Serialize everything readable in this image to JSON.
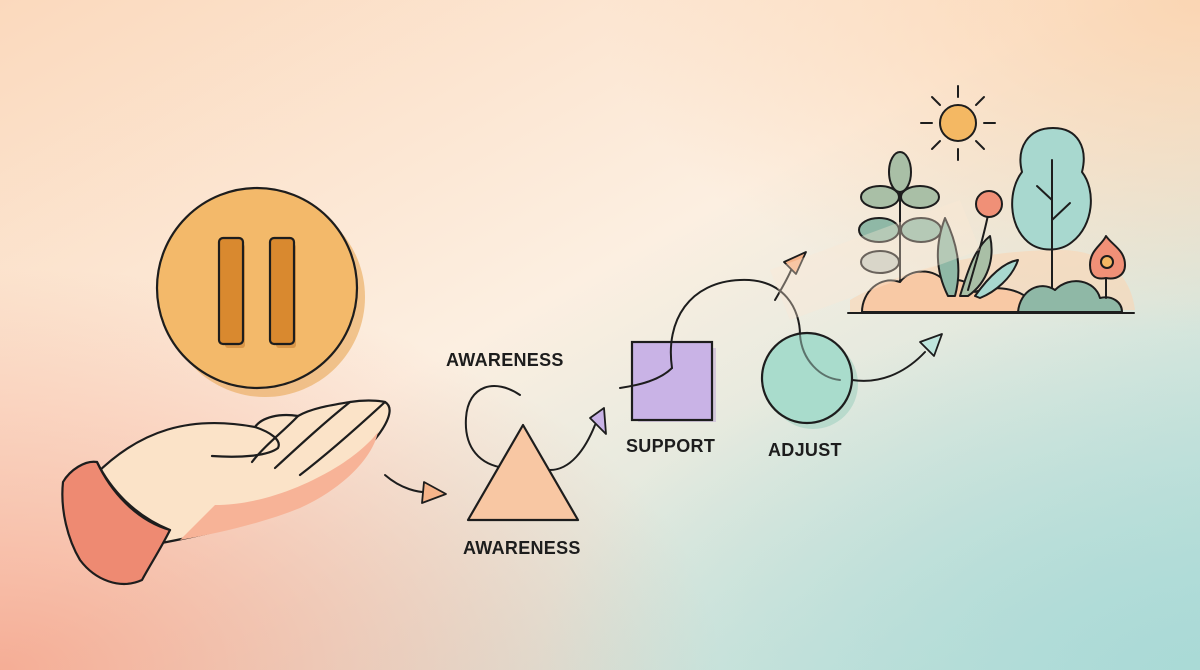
{
  "labels": {
    "awareness_top": "AWARENESS",
    "awareness_bottom": "AWARENESS",
    "support": "SUPPORT",
    "adjust": "ADJUST"
  },
  "colors": {
    "pause_fill": "#f3b96a",
    "pause_bar": "#d9892f",
    "hand_skin": "#fbe3c8",
    "hand_cuff": "#ee8a72",
    "triangle": "#f8c7a3",
    "square": "#c9b3e6",
    "circle": "#a9dccc",
    "sun": "#f4b863",
    "tree": "#a8d8cf",
    "leaf": "#8fb8a6",
    "flower": "#f09077"
  },
  "icons": {
    "pause": "pause-icon",
    "hand": "open-hand-icon",
    "sun": "sun-icon",
    "garden": "garden-icon"
  }
}
